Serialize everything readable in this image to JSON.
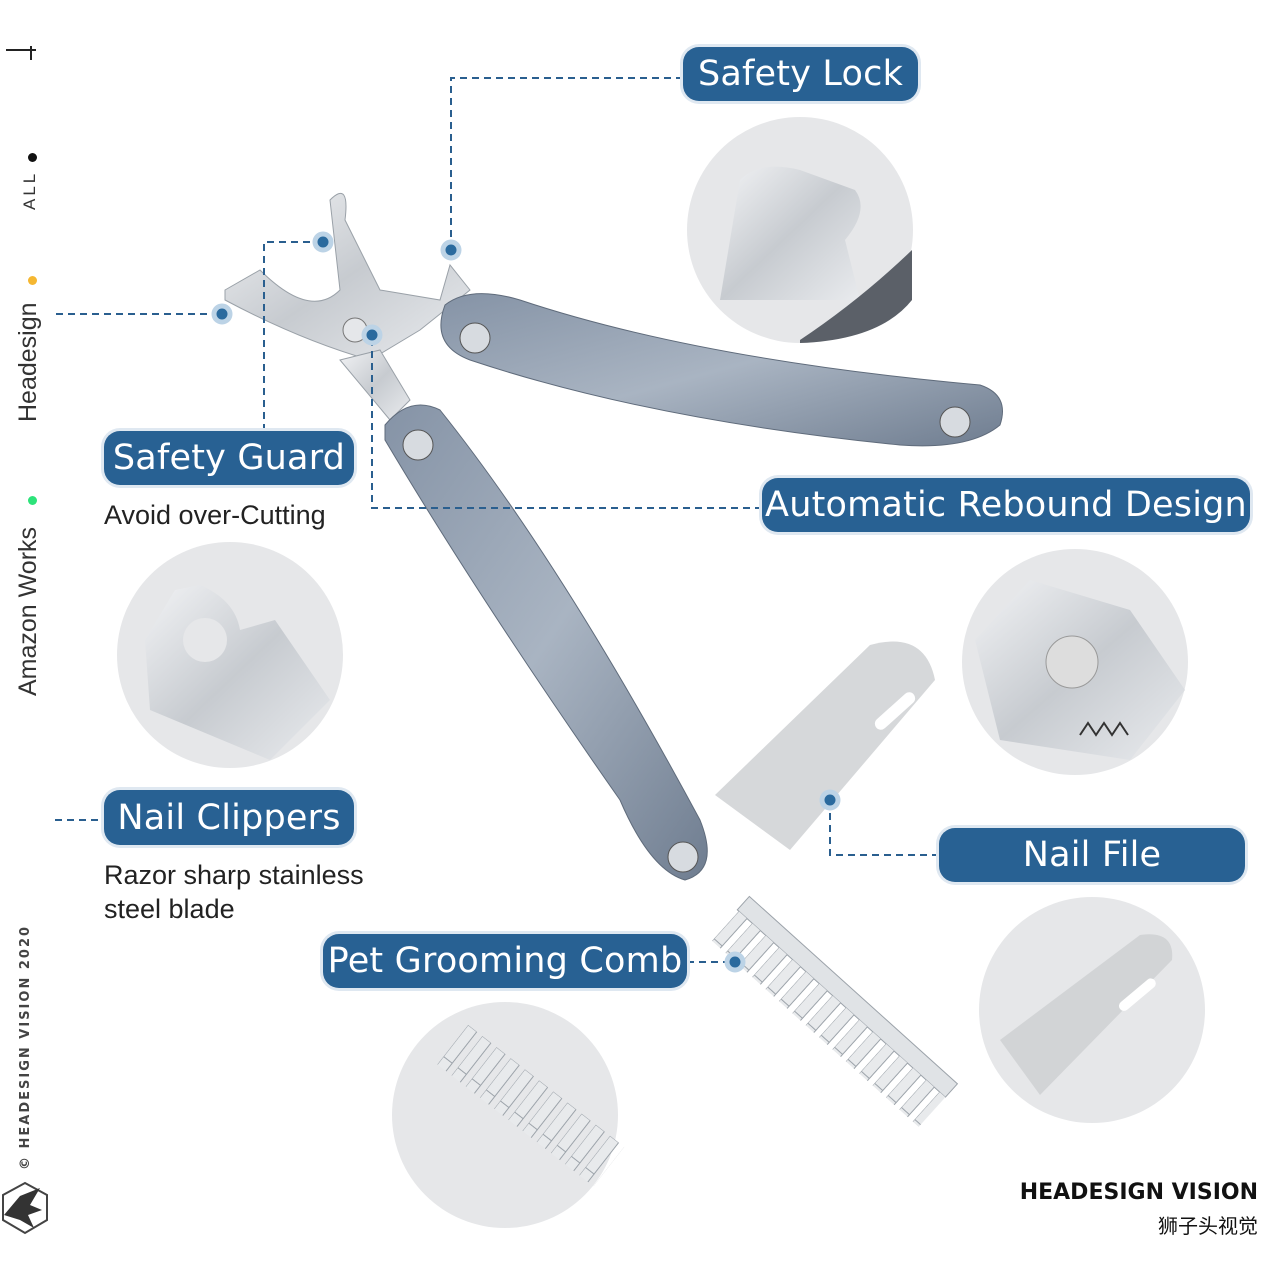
{
  "sidebar": {
    "items": [
      {
        "label": "ALL",
        "dot_color": "#111111"
      },
      {
        "label": "Headesign",
        "dot_color": "#f5b731"
      },
      {
        "label": "Amazon Works",
        "dot_color": "#2de37a"
      }
    ],
    "copyright": "© HEADESIGN VISION 2020"
  },
  "callouts": {
    "safety_lock": {
      "title": "Safety Lock"
    },
    "safety_guard": {
      "title": "Safety Guard",
      "description": "Avoid over-Cutting"
    },
    "rebound": {
      "title": "Automatic Rebound Design"
    },
    "nail_clippers": {
      "title": "Nail Clippers",
      "description_line1": "Razor sharp stainless",
      "description_line2": "steel blade"
    },
    "nail_file": {
      "title": "Nail File"
    },
    "comb": {
      "title": "Pet Grooming Comb"
    }
  },
  "brand": {
    "name": "HEADESIGN VISION",
    "name_cn": "狮子头视觉"
  },
  "colors": {
    "accent": "#286193",
    "line": "#2a5f8f"
  }
}
